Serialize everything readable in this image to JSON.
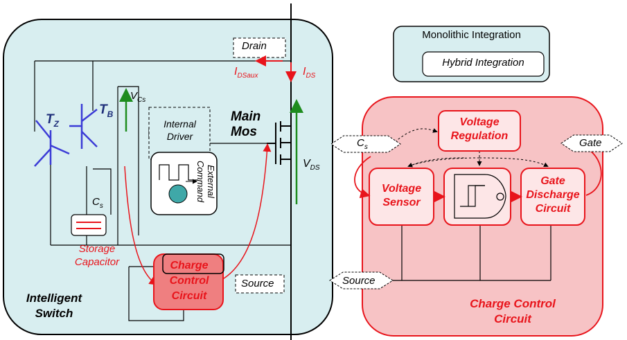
{
  "left_panel": {
    "drain": "Drain",
    "source": "Source",
    "i_dsaux": "I",
    "i_dsaux_sub": "DSaux",
    "i_ds": "I",
    "i_ds_sub": "DS",
    "v_cs": "V",
    "v_cs_sub": "Cs",
    "v_ds": "V",
    "v_ds_sub": "DS",
    "tz": "T",
    "tz_sub": "Z",
    "tb": "T",
    "tb_sub": "B",
    "cs": "C",
    "cs_sub": "s",
    "internal_driver_line1": "Internal",
    "internal_driver_line2": "Driver",
    "external_command_line1": "External",
    "external_command_line2": "Command",
    "main_mos_line1": "Main",
    "main_mos_line2": "Mos",
    "storage_line1": "Storage",
    "storage_line2": "Capacitor",
    "charge_line1": "Charge",
    "charge_line2": "Control",
    "charge_line3": "Circuit",
    "intelligent_line1": "Intelligent",
    "intelligent_line2": "Switch"
  },
  "right_panel": {
    "legend_monolithic": "Monolithic Integration",
    "legend_hybrid": "Hybrid Integration",
    "voltage_regulation_line1": "Voltage",
    "voltage_regulation_line2": "Regulation",
    "voltage_sensor_line1": "Voltage",
    "voltage_sensor_line2": "Sensor",
    "gate_discharge_line1": "Gate",
    "gate_discharge_line2": "Discharge",
    "gate_discharge_line3": "Circuit",
    "port_cs": "C",
    "port_cs_sub": "s",
    "port_gate": "Gate",
    "port_source": "Source",
    "title_line1": "Charge Control",
    "title_line2": "Circuit"
  },
  "colors": {
    "switch_fill": "#d8eef0",
    "ccc_fill": "#f7c3c5",
    "red": "#e8141b",
    "green": "#1e8c1e"
  }
}
